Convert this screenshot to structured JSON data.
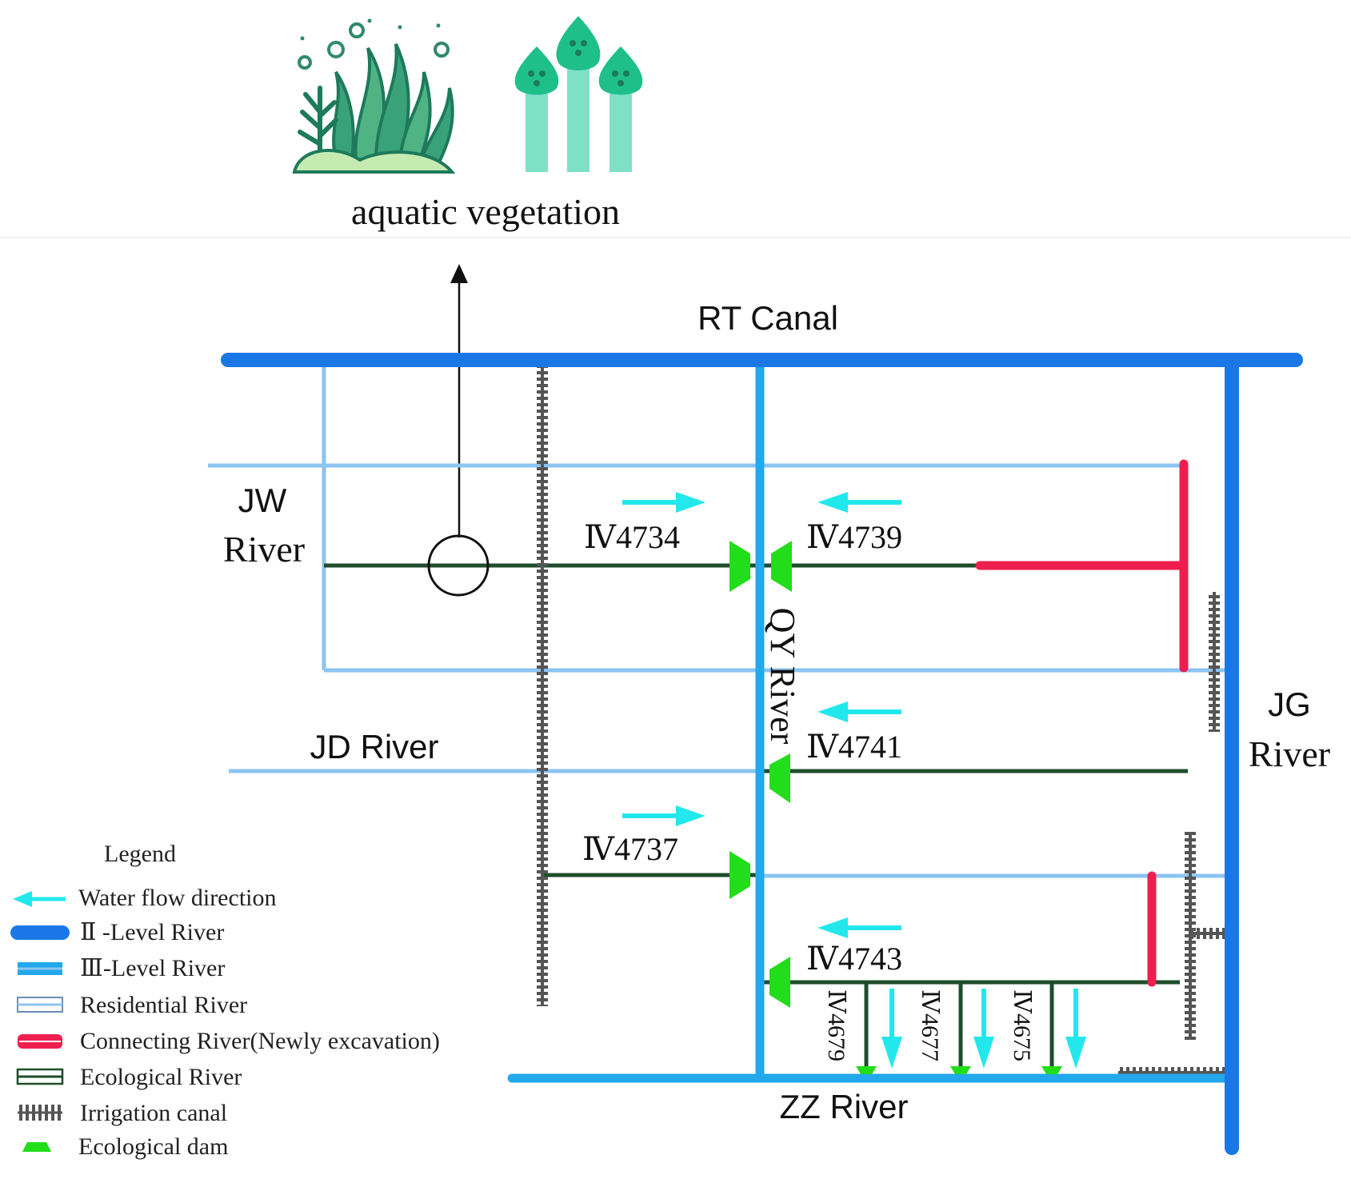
{
  "colors": {
    "level2": "#1a78e6",
    "level3": "#22a8ec",
    "residential": "#8cc4f2",
    "connecting": "#ee1f4e",
    "ecological": "#1e4d2b",
    "irrigation": "#555555",
    "dam": "#22dd1a",
    "flow": "#22e8ec",
    "plantDark": "#1d7a5a",
    "plantMid": "#3aa27a",
    "plantLight": "#9ad8a6",
    "bubble": "#2f8a6a",
    "tree": "#1fbf8a",
    "treeTrunk": "#7fe0c8"
  },
  "header": {
    "caption": "aquatic vegetation"
  },
  "rivers": {
    "rt_canal": "RT Canal",
    "jw_river_line1": "JW",
    "jw_river_line2": "River",
    "jd_river": "JD  River",
    "qy_river": "QY River",
    "jg_river_line1": "JG",
    "jg_river_line2": "River",
    "zz_river": "ZZ  River"
  },
  "segments": {
    "iv4734": "Ⅳ4734",
    "iv4739": "Ⅳ4739",
    "iv4741": "Ⅳ4741",
    "iv4737": "Ⅳ4737",
    "iv4743": "Ⅳ4743",
    "iv4679": "Ⅳ4679",
    "iv4677": "Ⅳ4677",
    "iv4675": "Ⅳ4675"
  },
  "legend": {
    "title": "Legend",
    "items": [
      {
        "key": "flow",
        "label": "Water flow direction"
      },
      {
        "key": "level2",
        "label": "Ⅱ -Level River"
      },
      {
        "key": "level3",
        "label": "Ⅲ-Level River"
      },
      {
        "key": "residential",
        "label": "Residential River"
      },
      {
        "key": "connecting",
        "label": "Connecting River(Newly excavation)"
      },
      {
        "key": "ecological",
        "label": "Ecological River"
      },
      {
        "key": "irrigation",
        "label": "Irrigation canal"
      },
      {
        "key": "dam",
        "label": "Ecological dam"
      }
    ]
  }
}
